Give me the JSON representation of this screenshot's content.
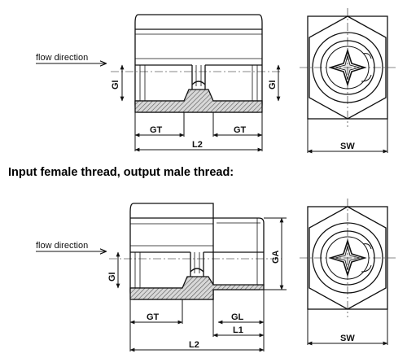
{
  "section_heading": "Input female thread, output male thread:",
  "top_view": {
    "flow_label": "flow direction",
    "dims": {
      "gi_left": "GI",
      "gi_right": "GI",
      "gt_left": "GT",
      "gt_right": "GT",
      "l2": "L2",
      "sw": "SW"
    }
  },
  "bottom_view": {
    "flow_label": "flow direction",
    "dims": {
      "gi": "GI",
      "ga": "GA",
      "gt": "GT",
      "gl": "GL",
      "l1": "L1",
      "l2": "L2",
      "sw": "SW"
    }
  }
}
